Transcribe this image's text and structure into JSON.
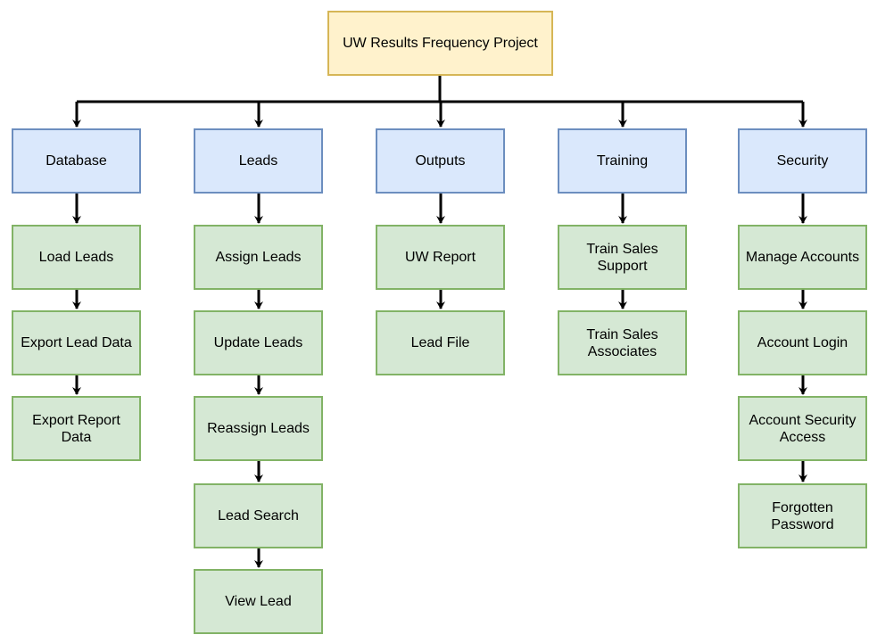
{
  "diagram": {
    "root": {
      "label": "UW Results Frequency Project"
    },
    "categories": [
      {
        "label": "Database",
        "children": [
          "Load Leads",
          "Export Lead Data",
          "Export Report\nData"
        ]
      },
      {
        "label": "Leads",
        "children": [
          "Assign Leads",
          "Update Leads",
          "Reassign Leads",
          "Lead Search",
          "View Lead"
        ]
      },
      {
        "label": "Outputs",
        "children": [
          "UW Report",
          "Lead File"
        ]
      },
      {
        "label": "Training",
        "children": [
          "Train Sales\nSupport",
          "Train Sales\nAssociates"
        ]
      },
      {
        "label": "Security",
        "children": [
          "Manage Accounts",
          "Account Login",
          "Account Security\nAccess",
          "Forgotten\nPassword"
        ]
      }
    ],
    "colors": {
      "root_fill": "#fff2cc",
      "root_border": "#d6b656",
      "category_fill": "#dae8fc",
      "category_border": "#6c8ebf",
      "leaf_fill": "#d5e8d4",
      "leaf_border": "#82b366",
      "connector": "#000000"
    }
  }
}
